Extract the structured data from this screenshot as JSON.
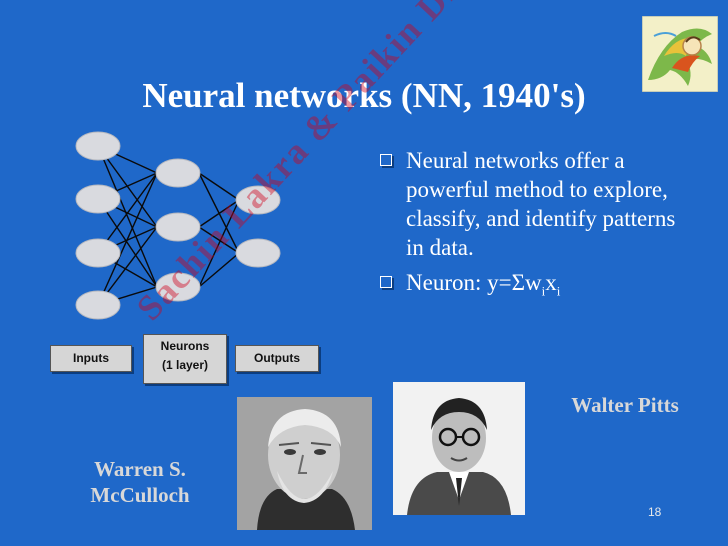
{
  "slide": {
    "title": "Neural networks (NN, 1940's)",
    "page_number": "18"
  },
  "diagram": {
    "input_label": "Inputs",
    "neurons_label_line1": "Neurons",
    "neurons_label_line2": "(1 layer)",
    "output_label": "Outputs",
    "node_color": "#d9dadf"
  },
  "bullets": [
    {
      "text": "Neural networks offer a powerful method to explore, classify, and identify patterns in data."
    },
    {
      "prefix": "Neuron: y=Σw",
      "sub1": "i",
      "mid": "x",
      "sub2": "i"
    }
  ],
  "captions": {
    "pitts": "Walter Pitts",
    "mcculloch_line1": "Warren S.",
    "mcculloch_line2": "McCulloch"
  },
  "watermark": "Sachin Lakra & Paikin Dixit",
  "colors": {
    "background": "#1f68c9",
    "watermark": "#d0021b"
  }
}
